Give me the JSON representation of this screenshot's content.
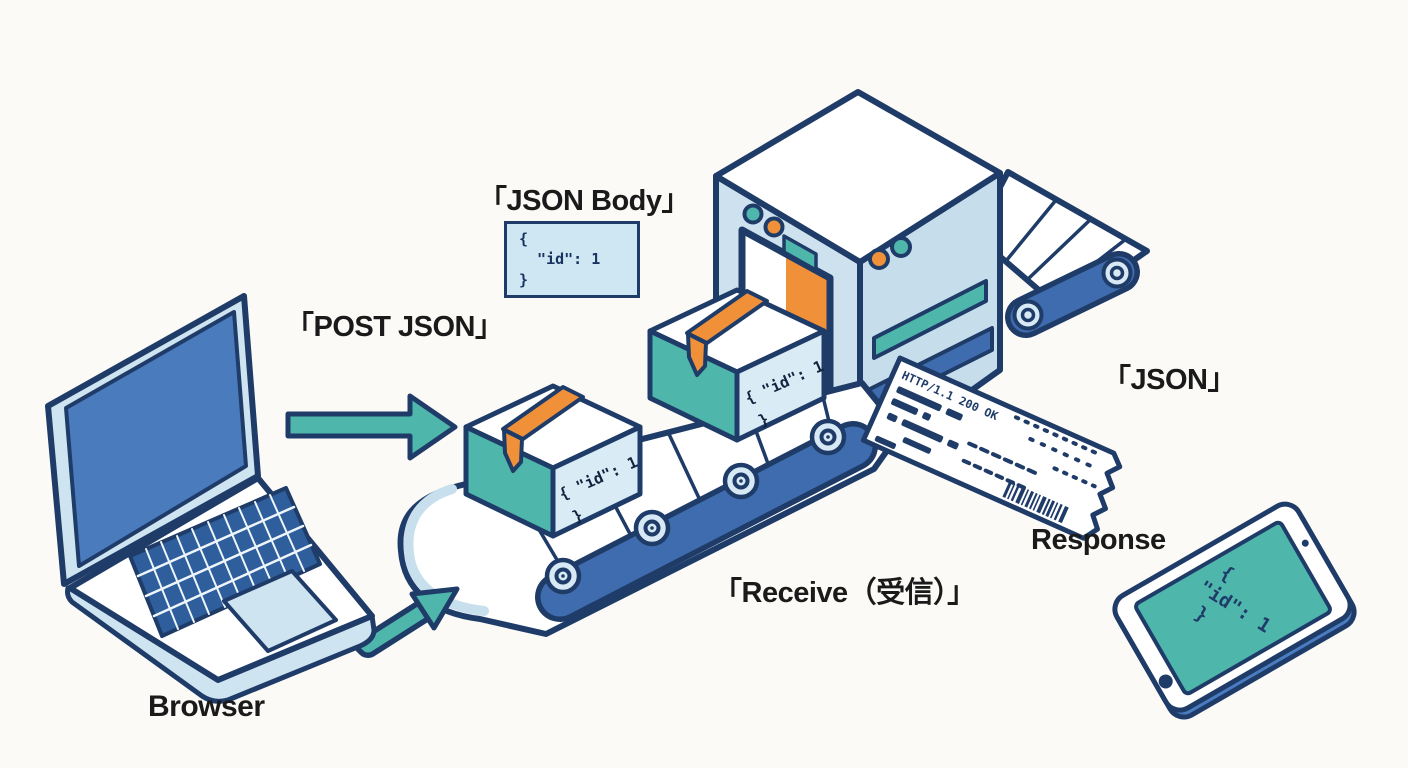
{
  "labels": {
    "post_json": "「POST JSON」",
    "json_body": "「JSON Body」",
    "json": "「JSON」",
    "response": "Response",
    "receive": "「Receive（受信）」",
    "browser": "Browser"
  },
  "json_body_box": {
    "code": "{\n  \"id\": 1\n}"
  },
  "package": {
    "line1": "{ \"id\": 1",
    "line2": "}"
  },
  "receipt": {
    "status": "HTTP/1.1 200 OK"
  },
  "tablet": {
    "line1": "{",
    "line2": "\"id\": 1",
    "line3": "}"
  },
  "colors": {
    "outline": "#1f3c69",
    "teal": "#4fb6ac",
    "blue": "#4a7cbd",
    "belt_blue": "#3f6cae",
    "light_blue": "#cfe4f1",
    "orange": "#f0913a",
    "background": "#fbfaf6"
  }
}
